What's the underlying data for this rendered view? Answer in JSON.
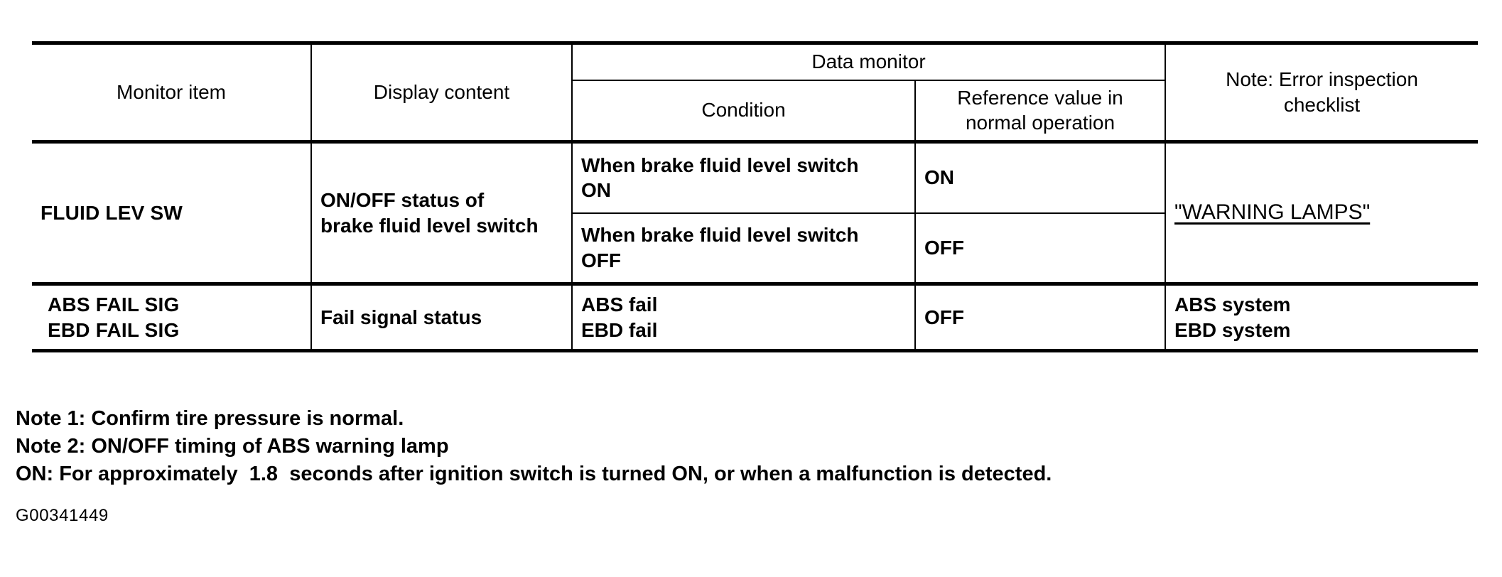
{
  "document": {
    "figure_id": "G00341449"
  },
  "table": {
    "headers": {
      "monitor_item": "Monitor item",
      "display_content": "Display content",
      "data_monitor": "Data monitor",
      "condition": "Condition",
      "reference_value_line1": "Reference value in",
      "reference_value_line2": "normal operation",
      "note_line1": "Note: Error inspection",
      "note_line2": "checklist"
    },
    "rows": [
      {
        "monitor_item": "FLUID LEV SW",
        "display_content_line1": "ON/OFF status of",
        "display_content_line2": "brake fluid level switch",
        "note": "\"WARNING LAMPS\"",
        "note_is_link": true,
        "subrows": [
          {
            "condition_line1": "When brake fluid level switch",
            "condition_line2": "ON",
            "reference_value": "ON"
          },
          {
            "condition_line1": "When brake fluid level switch",
            "condition_line2": "OFF",
            "reference_value": "OFF"
          }
        ]
      },
      {
        "monitor_item_line1": "ABS FAIL SIG",
        "monitor_item_line2": "EBD FAIL SIG",
        "display_content": "Fail signal status",
        "condition_line1": "ABS fail",
        "condition_line2": "EBD fail",
        "reference_value": "OFF",
        "note_line1": "ABS system",
        "note_line2": "EBD system"
      }
    ]
  },
  "footnotes": {
    "note1": "Note 1: Confirm tire pressure is normal.",
    "note2": "Note 2: ON/OFF timing of ABS warning lamp",
    "on_prefix": "ON: For approximately",
    "on_value": "1.8",
    "on_suffix": "seconds after ignition switch is turned ON, or when a malfunction is detected."
  },
  "colors": {
    "ink": "#000000",
    "paper": "#ffffff"
  }
}
